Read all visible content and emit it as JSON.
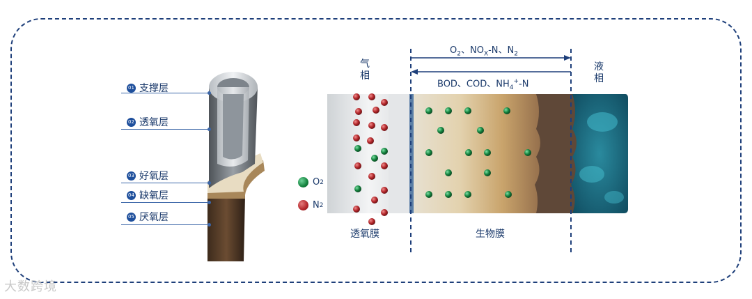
{
  "layers": [
    {
      "num": "01",
      "label": "支撑层"
    },
    {
      "num": "02",
      "label": "透氧层"
    },
    {
      "num": "03",
      "label": "好氧层"
    },
    {
      "num": "04",
      "label": "缺氧层"
    },
    {
      "num": "05",
      "label": "厌氧层"
    }
  ],
  "gas_phase": {
    "line1": "气",
    "line2": "相"
  },
  "liquid_phase": {
    "line1": "液",
    "line2": "相"
  },
  "arrow_right": {
    "o": "O",
    "o_sub": "2",
    "mid1": "、NO",
    "x_sub": "X",
    "mid2": "-N、N",
    "n_sub": "2"
  },
  "arrow_left": {
    "text": "BOD、COD、NH",
    "sub": "4",
    "sup": "+",
    "tail": "-N"
  },
  "legend": {
    "o2_main": "O",
    "o2_sub": "2",
    "n2_main": "N",
    "n2_sub": "2"
  },
  "membrane_label": "透氧膜",
  "biofilm_label": "生物膜",
  "watermark": "大数跨境",
  "colors": {
    "frame": "#1e3f7a",
    "text": "#1b3a6b",
    "o2": "#13823d",
    "n2": "#b3262a"
  }
}
